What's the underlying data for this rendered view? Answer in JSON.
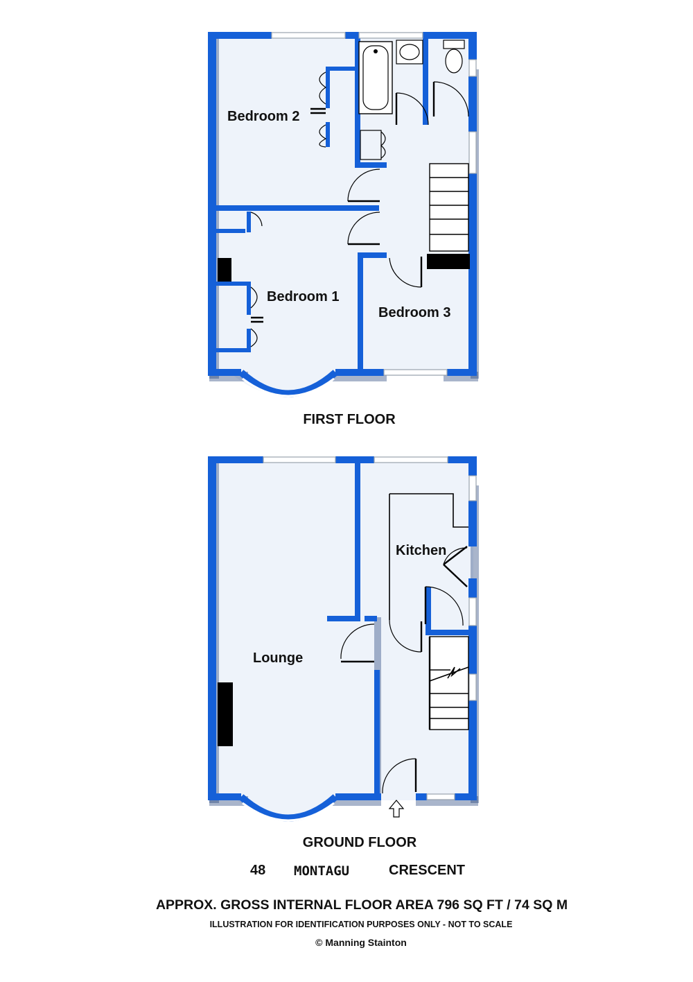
{
  "rooms": {
    "bedroom2": "Bedroom 2",
    "bedroom1": "Bedroom 1",
    "bedroom3": "Bedroom 3",
    "kitchen": "Kitchen",
    "lounge": "Lounge"
  },
  "floors": {
    "first": "FIRST FLOOR",
    "ground": "GROUND FLOOR"
  },
  "address": {
    "number": "48",
    "street": "MONTAGU",
    "suffix": "CRESCENT"
  },
  "footer": {
    "area": "APPROX. GROSS INTERNAL FLOOR AREA 796 SQ FT / 74 SQ M",
    "disclaimer": "ILLUSTRATION FOR IDENTIFICATION PURPOSES ONLY - NOT TO SCALE",
    "copyright": "© Manning Stainton"
  },
  "colors": {
    "wall": "#1560d8",
    "room_fill": "#eef3fa"
  }
}
